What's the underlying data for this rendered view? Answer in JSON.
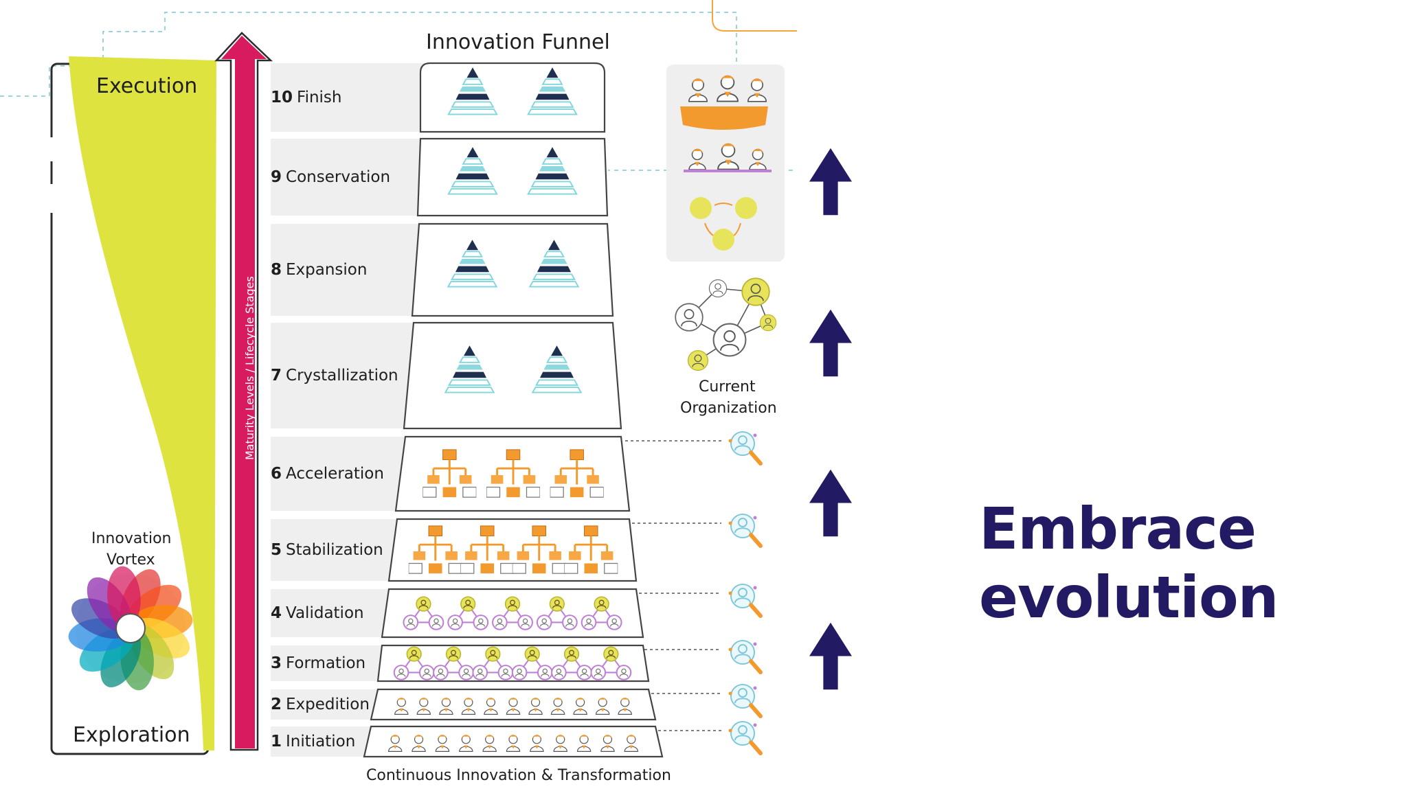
{
  "slide": {
    "funnel_title": "Innovation Funnel",
    "funnel_caption": "Continuous Innovation & Transformation",
    "axis_label": "Maturity Levels / Lifecycle Stages",
    "vortex_top": "Execution",
    "vortex_bottom": "Exploration",
    "vortex_name_line1": "Innovation",
    "vortex_name_line2": "Vortex",
    "org_line1": "Current",
    "org_line2": "Organization",
    "headline_line1": "Embrace",
    "headline_line2": "evolution"
  },
  "stages": [
    {
      "num": "10",
      "name": "Finish",
      "icon": "pyramid-icon",
      "count": 2
    },
    {
      "num": "9",
      "name": "Conservation",
      "icon": "pyramid-icon",
      "count": 2
    },
    {
      "num": "8",
      "name": "Expansion",
      "icon": "pyramid-icon",
      "count": 2
    },
    {
      "num": "7",
      "name": "Crystallization",
      "icon": "pyramid-icon",
      "count": 2
    },
    {
      "num": "6",
      "name": "Acceleration",
      "icon": "org-chart-icon",
      "count": 3
    },
    {
      "num": "5",
      "name": "Stabilization",
      "icon": "org-chart-icon",
      "count": 4
    },
    {
      "num": "4",
      "name": "Validation",
      "icon": "team-triangle-icon",
      "count": 5
    },
    {
      "num": "3",
      "name": "Formation",
      "icon": "team-triangle-icon",
      "count": 6
    },
    {
      "num": "2",
      "name": "Expedition",
      "icon": "person-icon",
      "count": 11
    },
    {
      "num": "1",
      "name": "Initiation",
      "icon": "person-icon",
      "count": 11
    }
  ],
  "colors": {
    "headline": "#221b63",
    "arrow": "#221b63",
    "maturity_arrow": "#d81b5e",
    "vortex_fill": "#dfe33f",
    "pyramid_dark": "#1f2f4f",
    "pyramid_light": "#7fd6dc",
    "org_orange": "#f39a2e",
    "team_purple": "#c07fd6",
    "team_yellow": "#e7e35a"
  }
}
